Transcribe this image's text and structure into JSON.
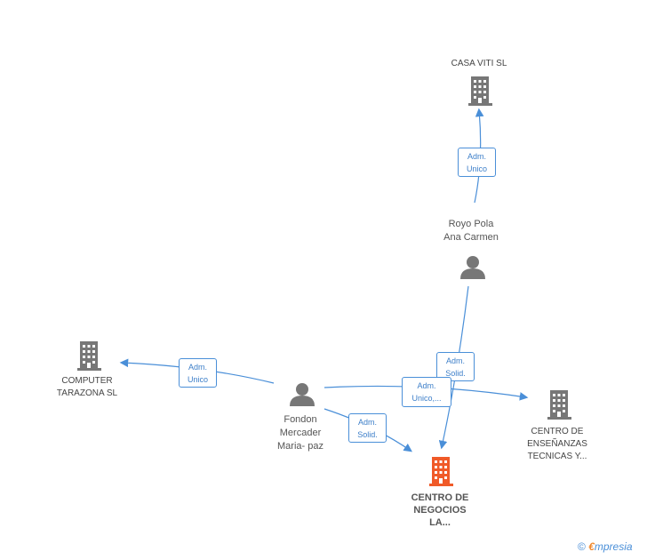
{
  "nodes": {
    "casa_viti": {
      "label": "CASA VITI  SL"
    },
    "royo_pola": {
      "line1": "Royo Pola",
      "line2": "Ana Carmen"
    },
    "computer_tarazona": {
      "line1": "COMPUTER",
      "line2": "TARAZONA SL"
    },
    "fondon": {
      "line1": "Fondon",
      "line2": "Mercader",
      "line3": "Maria- paz"
    },
    "centro_ensenanzas": {
      "line1": "CENTRO DE",
      "line2": "ENSEÑANZAS",
      "line3": "TECNICAS Y..."
    },
    "centro_negocios": {
      "line1": "CENTRO DE",
      "line2": "NEGOCIOS",
      "line3": "LA..."
    }
  },
  "edges": {
    "royo_casa": {
      "line1": "Adm.",
      "line2": "Unico"
    },
    "fondon_computer": {
      "line1": "Adm.",
      "line2": "Unico"
    },
    "royo_negocios": {
      "line1": "Adm.",
      "line2": "Solid."
    },
    "fondon_ensenanzas": {
      "line1": "Adm.",
      "line2": "Unico,..."
    },
    "fondon_negocios": {
      "line1": "Adm.",
      "line2": "Solid."
    }
  },
  "brand": {
    "copyright": "©",
    "e": "€",
    "rest": "mpresia"
  },
  "colors": {
    "edge": "#4a8fd8",
    "company": "#777777",
    "main_company": "#f05a28",
    "person": "#777777"
  }
}
